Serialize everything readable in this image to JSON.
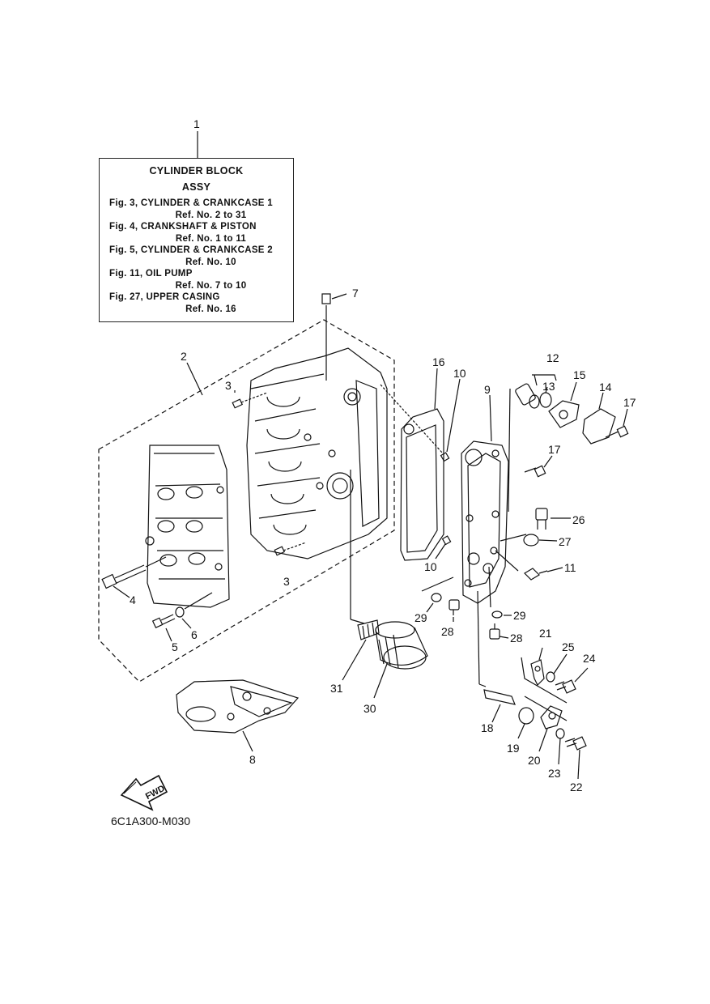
{
  "reference_box": {
    "title_line1": "CYLINDER BLOCK",
    "title_line2": "ASSY",
    "references": [
      {
        "fig": "Fig. 3, CYLINDER & CRANKCASE 1",
        "ref": "Ref. No. 2 to 31"
      },
      {
        "fig": "Fig. 4, CRANKSHAFT & PISTON",
        "ref": "Ref. No. 1 to 11"
      },
      {
        "fig": "Fig. 5, CYLINDER & CRANKCASE 2",
        "ref": "Ref. No. 10"
      },
      {
        "fig": "Fig. 11, OIL PUMP",
        "ref": "Ref. No. 7 to 10"
      },
      {
        "fig": "Fig. 27, UPPER CASING",
        "ref": "Ref. No. 16"
      }
    ]
  },
  "drawing_code": "6C1A300-M030",
  "fwd_label": "FWD",
  "callouts": {
    "c1": "1",
    "c2": "2",
    "c3a": "3",
    "c3b": "3",
    "c4": "4",
    "c5": "5",
    "c6": "6",
    "c7": "7",
    "c8": "8",
    "c9": "9",
    "c10a": "10",
    "c10b": "10",
    "c11": "11",
    "c12": "12",
    "c13": "13",
    "c14": "14",
    "c15": "15",
    "c16": "16",
    "c17a": "17",
    "c17b": "17",
    "c18": "18",
    "c19": "19",
    "c20": "20",
    "c21": "21",
    "c22": "22",
    "c23": "23",
    "c24": "24",
    "c25": "25",
    "c26": "26",
    "c27": "27",
    "c28a": "28",
    "c28b": "28",
    "c29a": "29",
    "c29b": "29",
    "c30": "30",
    "c31": "31"
  },
  "colors": {
    "ink": "#111111",
    "paper": "#ffffff"
  }
}
